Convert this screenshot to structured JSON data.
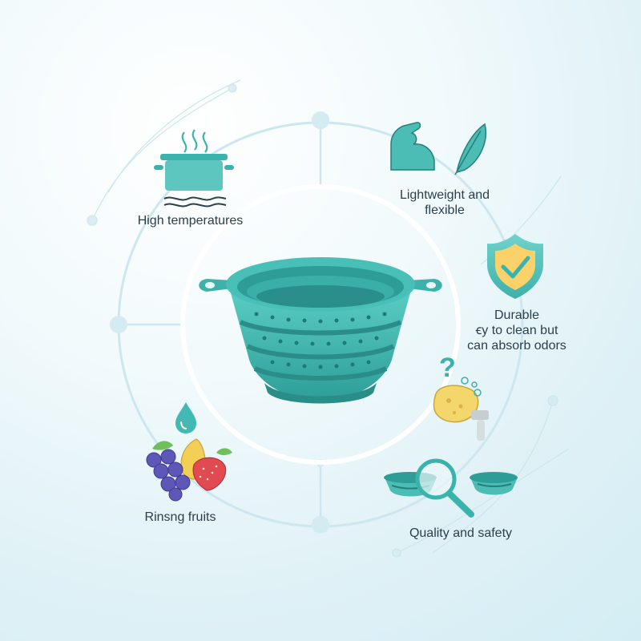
{
  "labels": {
    "high_temperatures": "High temperatures",
    "lightweight_line1": "Lightweight and",
    "lightweight_line2": "flexible",
    "durable_line1": "Durable",
    "durable_line2": "ꞓy to clean but",
    "durable_line3": "can absorb odors",
    "quality": "Quality and safety",
    "rinsing": "Rinsng fruits",
    "question_mark": "?"
  },
  "colors": {
    "teal": "#3bb3ad",
    "teal_dark": "#1f7f7c",
    "teal_light": "#6fd0c8",
    "ring": "#cfe8ee",
    "shield": "#5cc6c0",
    "check_bg": "#fbd26a",
    "grape": "#5d58b8",
    "strawberry": "#e24a52",
    "banana": "#f3cf55",
    "sponge": "#f4d76b",
    "water_drop": "#43b9b4"
  },
  "icons": [
    "pot-icon",
    "arm-icon",
    "feather-icon",
    "shield-check-icon",
    "question-icon",
    "sponge-icon",
    "collapsible-colander-icon",
    "magnifier-icon",
    "water-drop-icon",
    "fruits-icon"
  ]
}
